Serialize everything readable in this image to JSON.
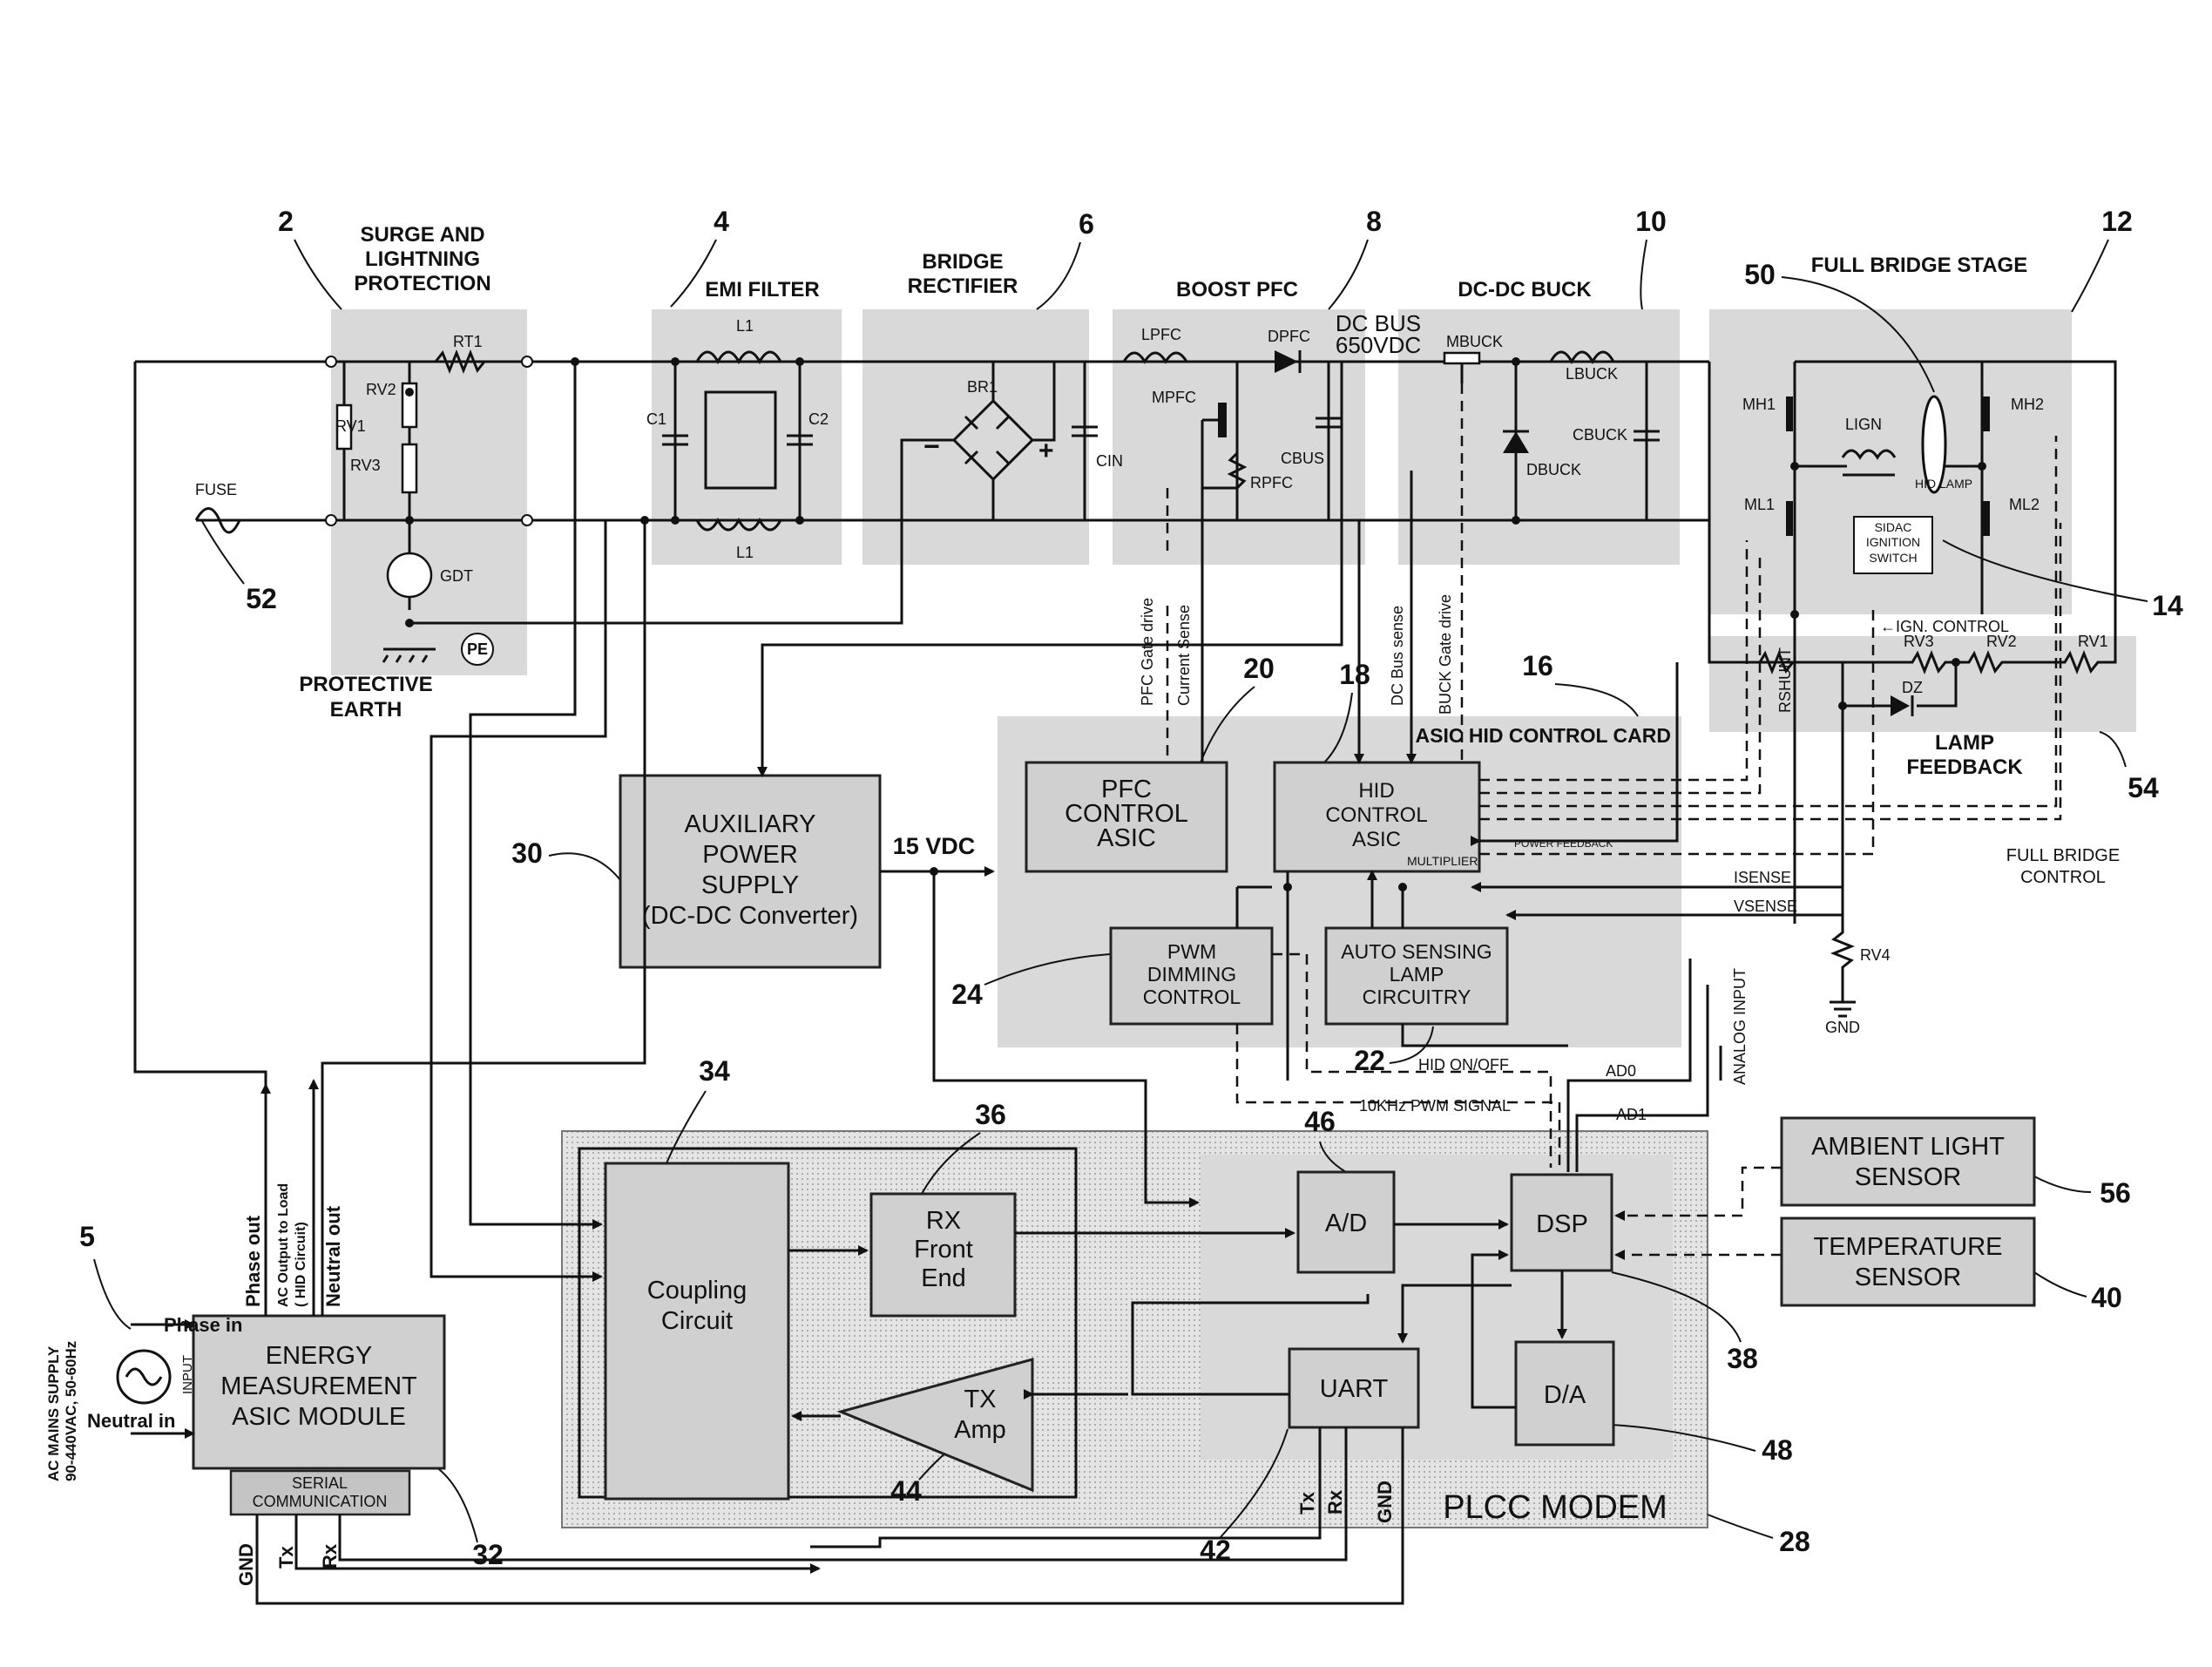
{
  "diagram": {
    "stage_headers": {
      "surge": [
        "SURGE AND",
        "LIGHTNING",
        "PROTECTION"
      ],
      "emi": "EMI FILTER",
      "bridge": [
        "BRIDGE",
        "RECTIFIER"
      ],
      "boost": "BOOST PFC",
      "dcdc": "DC-DC BUCK",
      "fullbridge": "FULL BRIDGE STAGE",
      "dcbus": [
        "DC BUS",
        "650VDC"
      ],
      "protective_earth": [
        "PROTECTIVE",
        "EARTH"
      ],
      "lamp_feedback": [
        "LAMP",
        "FEEDBACK"
      ],
      "full_bridge_control": [
        "FULL BRIDGE",
        "CONTROL"
      ],
      "asic_card": "ASIC HID CONTROL CARD"
    },
    "ref_numbers": {
      "n2": "2",
      "n4": "4",
      "n6": "6",
      "n8": "8",
      "n10": "10",
      "n12": "12",
      "n50": "50",
      "n14": "14",
      "n16": "16",
      "n18": "18",
      "n20": "20",
      "n52": "52",
      "n54": "54",
      "n30": "30",
      "n24": "24",
      "n22": "22",
      "n34": "34",
      "n36": "36",
      "n46": "46",
      "n56": "56",
      "n40": "40",
      "n38": "38",
      "n48": "48",
      "n44": "44",
      "n42": "42",
      "n5": "5",
      "n32": "32",
      "n28": "28"
    },
    "components": {
      "rt1": "RT1",
      "rv1_in": "RV1",
      "rv2_in": "RV2",
      "rv3_in": "RV3",
      "gdt": "GDT",
      "pe": "PE",
      "fuse": "FUSE",
      "l1_top": "L1",
      "l1_bot": "L1",
      "c1": "C1",
      "c2": "C2",
      "br1": "BR1",
      "cin": "CIN",
      "lpfc": "LPFC",
      "dpfc": "DPFC",
      "mpfc": "MPFC",
      "cbus": "CBUS",
      "rpfc": "RPFC",
      "mbuck": "MBUCK",
      "lbuck": "LBUCK",
      "cbuck": "CBUCK",
      "dbuck": "DBUCK",
      "mh1": "MH1",
      "mh2": "MH2",
      "ml1": "ML1",
      "ml2": "ML2",
      "lign": "LIGN",
      "hid_lamp": "HID LAMP",
      "sidac": [
        "SIDAC",
        "IGNITION",
        "SWITCH"
      ],
      "ign_control": "←IGN. CONTROL",
      "rshunt": "RSHUNT",
      "rv3_fb": "RV3",
      "rv2_fb": "RV2",
      "rv1_fb": "RV1",
      "dz": "DZ",
      "rv4": "RV4",
      "gnd": "GND"
    },
    "signals": {
      "pfc_gate": "PFC Gate drive",
      "current_sense": "Current Sense",
      "dc_bus_sense": "DC Bus sense",
      "buck_gate": "BUCK Gate drive",
      "power_feedback": "POWER FEEDBACK",
      "multiplier": "MULTIPLIER",
      "isense": "ISENSE",
      "vsense": "VSENSE",
      "analog_input": "ANALOG INPUT",
      "hid_onoff": "HID ON/OFF",
      "pwm_10k": "10KHz PWM SIGNAL",
      "ad0": "AD0",
      "ad1": "AD1",
      "vdc15": "15 VDC",
      "phase_out": "Phase out",
      "ac_output": [
        "AC Output to Load",
        "( HID Circuit)"
      ],
      "neutral_out": "Neutral out",
      "phase_in": "Phase in",
      "neutral_in": "Neutral in",
      "ac_mains": [
        "AC MAINS SUPPLY",
        "90-440VAC, 50-60Hz"
      ],
      "input": "INPUT",
      "gnd_s": "GND",
      "tx_s": "Tx",
      "rx_s": "Rx",
      "tx_u": "Tx",
      "rx_u": "Rx",
      "gnd_u": "GND"
    },
    "blocks": {
      "pfc_asic": [
        "PFC",
        "CONTROL",
        "ASIC"
      ],
      "hid_asic": [
        "HID",
        "CONTROL",
        "ASIC"
      ],
      "pwm_dimming": [
        "PWM",
        "DIMMING",
        "CONTROL"
      ],
      "auto_sensing": [
        "AUTO SENSING",
        "LAMP",
        "CIRCUITRY"
      ],
      "aux_power": [
        "AUXILIARY",
        "POWER",
        "SUPPLY",
        "(DC-DC Converter)"
      ],
      "coupling": [
        "Coupling",
        "Circuit"
      ],
      "rx_front": [
        "RX",
        "Front",
        "End"
      ],
      "tx_amp": [
        "TX",
        "Amp"
      ],
      "ad": "A/D",
      "dsp": "DSP",
      "da": "D/A",
      "uart": "UART",
      "plcc": "PLCC MODEM",
      "ambient": [
        "AMBIENT LIGHT",
        "SENSOR"
      ],
      "temperature": [
        "TEMPERATURE",
        "SENSOR"
      ],
      "energy": [
        "ENERGY",
        "MEASUREMENT",
        "ASIC MODULE"
      ],
      "serial": [
        "SERIAL",
        "COMMUNICATION"
      ]
    }
  }
}
